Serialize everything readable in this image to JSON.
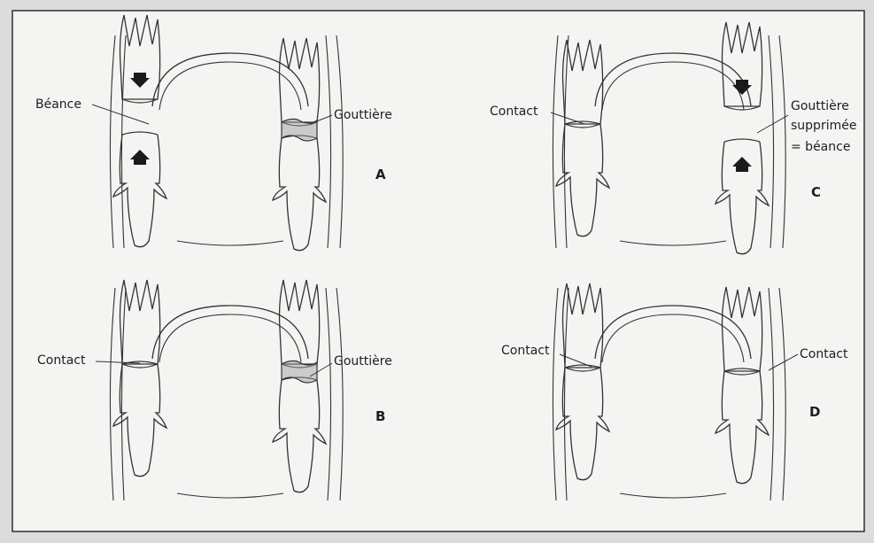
{
  "figure": {
    "background": "#f4f4f2",
    "ink": "#2a2a2a",
    "panels": {
      "A": {
        "letter": "A",
        "left_label": "Béance",
        "right_label": "Gouttière"
      },
      "B": {
        "letter": "B",
        "left_label": "Contact",
        "right_label": "Gouttière"
      },
      "C": {
        "letter": "C",
        "left_label": "Contact",
        "right_label_lines": [
          "Gouttière",
          "supprimée",
          "= béance"
        ]
      },
      "D": {
        "letter": "D",
        "left_label": "Contact",
        "right_label": "Contact"
      }
    }
  }
}
